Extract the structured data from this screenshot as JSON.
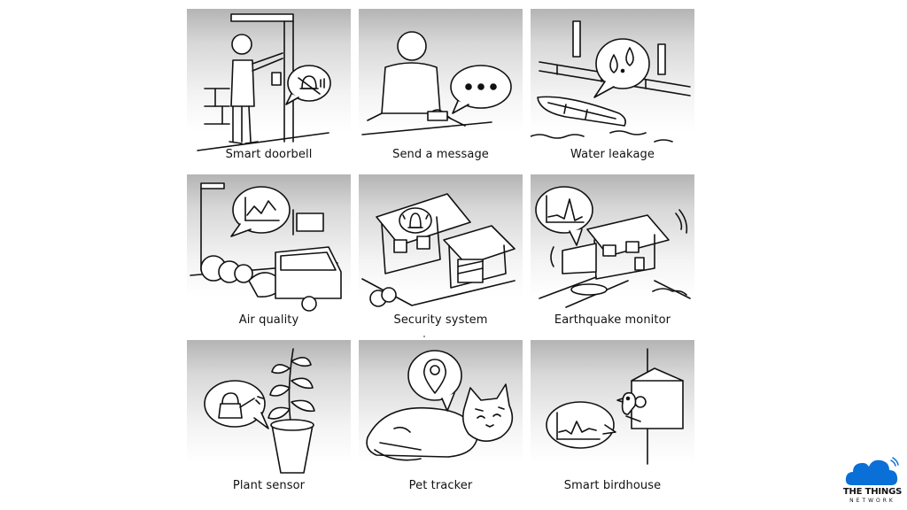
{
  "tiles": [
    {
      "caption": "Smart doorbell",
      "icon": "doorbell-icon"
    },
    {
      "caption": "Send a message",
      "icon": "message-bubble-icon"
    },
    {
      "caption": "Water leakage",
      "icon": "water-drops-icon"
    },
    {
      "caption": "Air quality",
      "icon": "graph-icon"
    },
    {
      "caption": "Security system",
      "icon": "alarm-bell-icon"
    },
    {
      "caption": "Earthquake monitor",
      "icon": "graph-icon"
    },
    {
      "caption": "Plant sensor",
      "icon": "watering-can-icon"
    },
    {
      "caption": "Pet tracker",
      "icon": "location-pin-icon"
    },
    {
      "caption": "Smart birdhouse",
      "icon": "graph-icon"
    }
  ],
  "logo": {
    "line1": "THE THINGS",
    "line2": "NETWORK",
    "color": "#0a6fd6"
  }
}
